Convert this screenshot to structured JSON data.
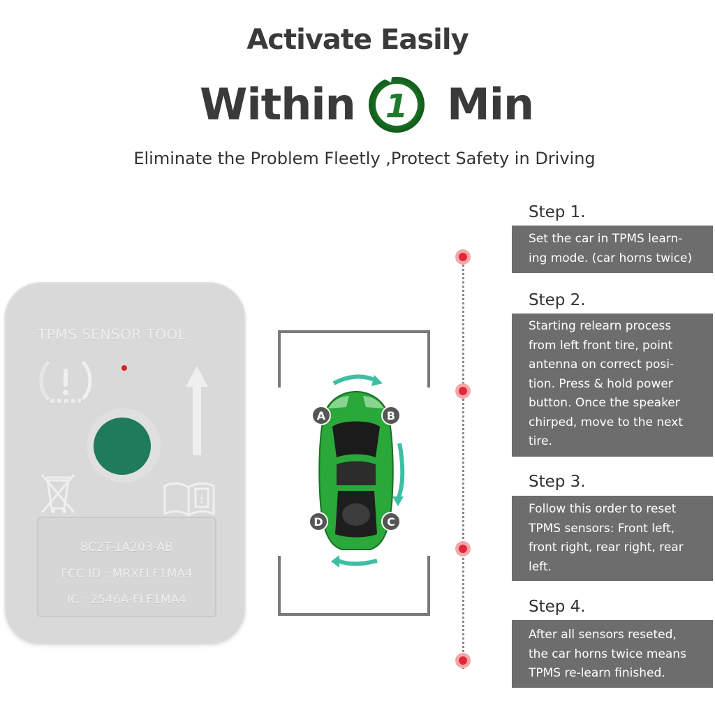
{
  "headline": {
    "line1": "Activate Easily",
    "word_within": "Within",
    "badge_number": "1",
    "word_min": "Min",
    "subtitle": "Eliminate the Problem Fleetly ,Protect Safety in Driving"
  },
  "device": {
    "title": "TPMS SENSOR TOOL",
    "label_lines": [
      "8C2T-1A203-AB",
      "FCC ID : MRXFLF1MA4",
      "IC : 2546A-FLF1MA4"
    ],
    "button_color": "#207a5c",
    "body_color": "#d9d9d9"
  },
  "car": {
    "wheels": [
      "A",
      "B",
      "C",
      "D"
    ],
    "body_color": "#2aa83a",
    "arrow_color": "#3dbfa3"
  },
  "steps": [
    {
      "title": "Step 1.",
      "lines": [
        "Set the car in TPMS learn-",
        "ing mode. (car horns twice)"
      ]
    },
    {
      "title": "Step 2.",
      "lines": [
        "Starting relearn process",
        "from left front tire, point",
        "antenna on correct posi-",
        "tion. Press & hold power",
        "button. Once the speaker",
        "chirped, move to the next",
        "tire."
      ]
    },
    {
      "title": "Step 3.",
      "lines": [
        "Follow this order to reset",
        "TPMS sensors: Front left,",
        "front right, rear right, rear",
        "left."
      ]
    },
    {
      "title": "Step 4.",
      "lines": [
        "After all sensors reseted,",
        "the car horns twice means",
        "TPMS re-learn finished."
      ]
    }
  ],
  "colors": {
    "accent_red": "#e1283a",
    "step_box": "#6d6d6d",
    "badge_green": "#1f7a2e"
  }
}
